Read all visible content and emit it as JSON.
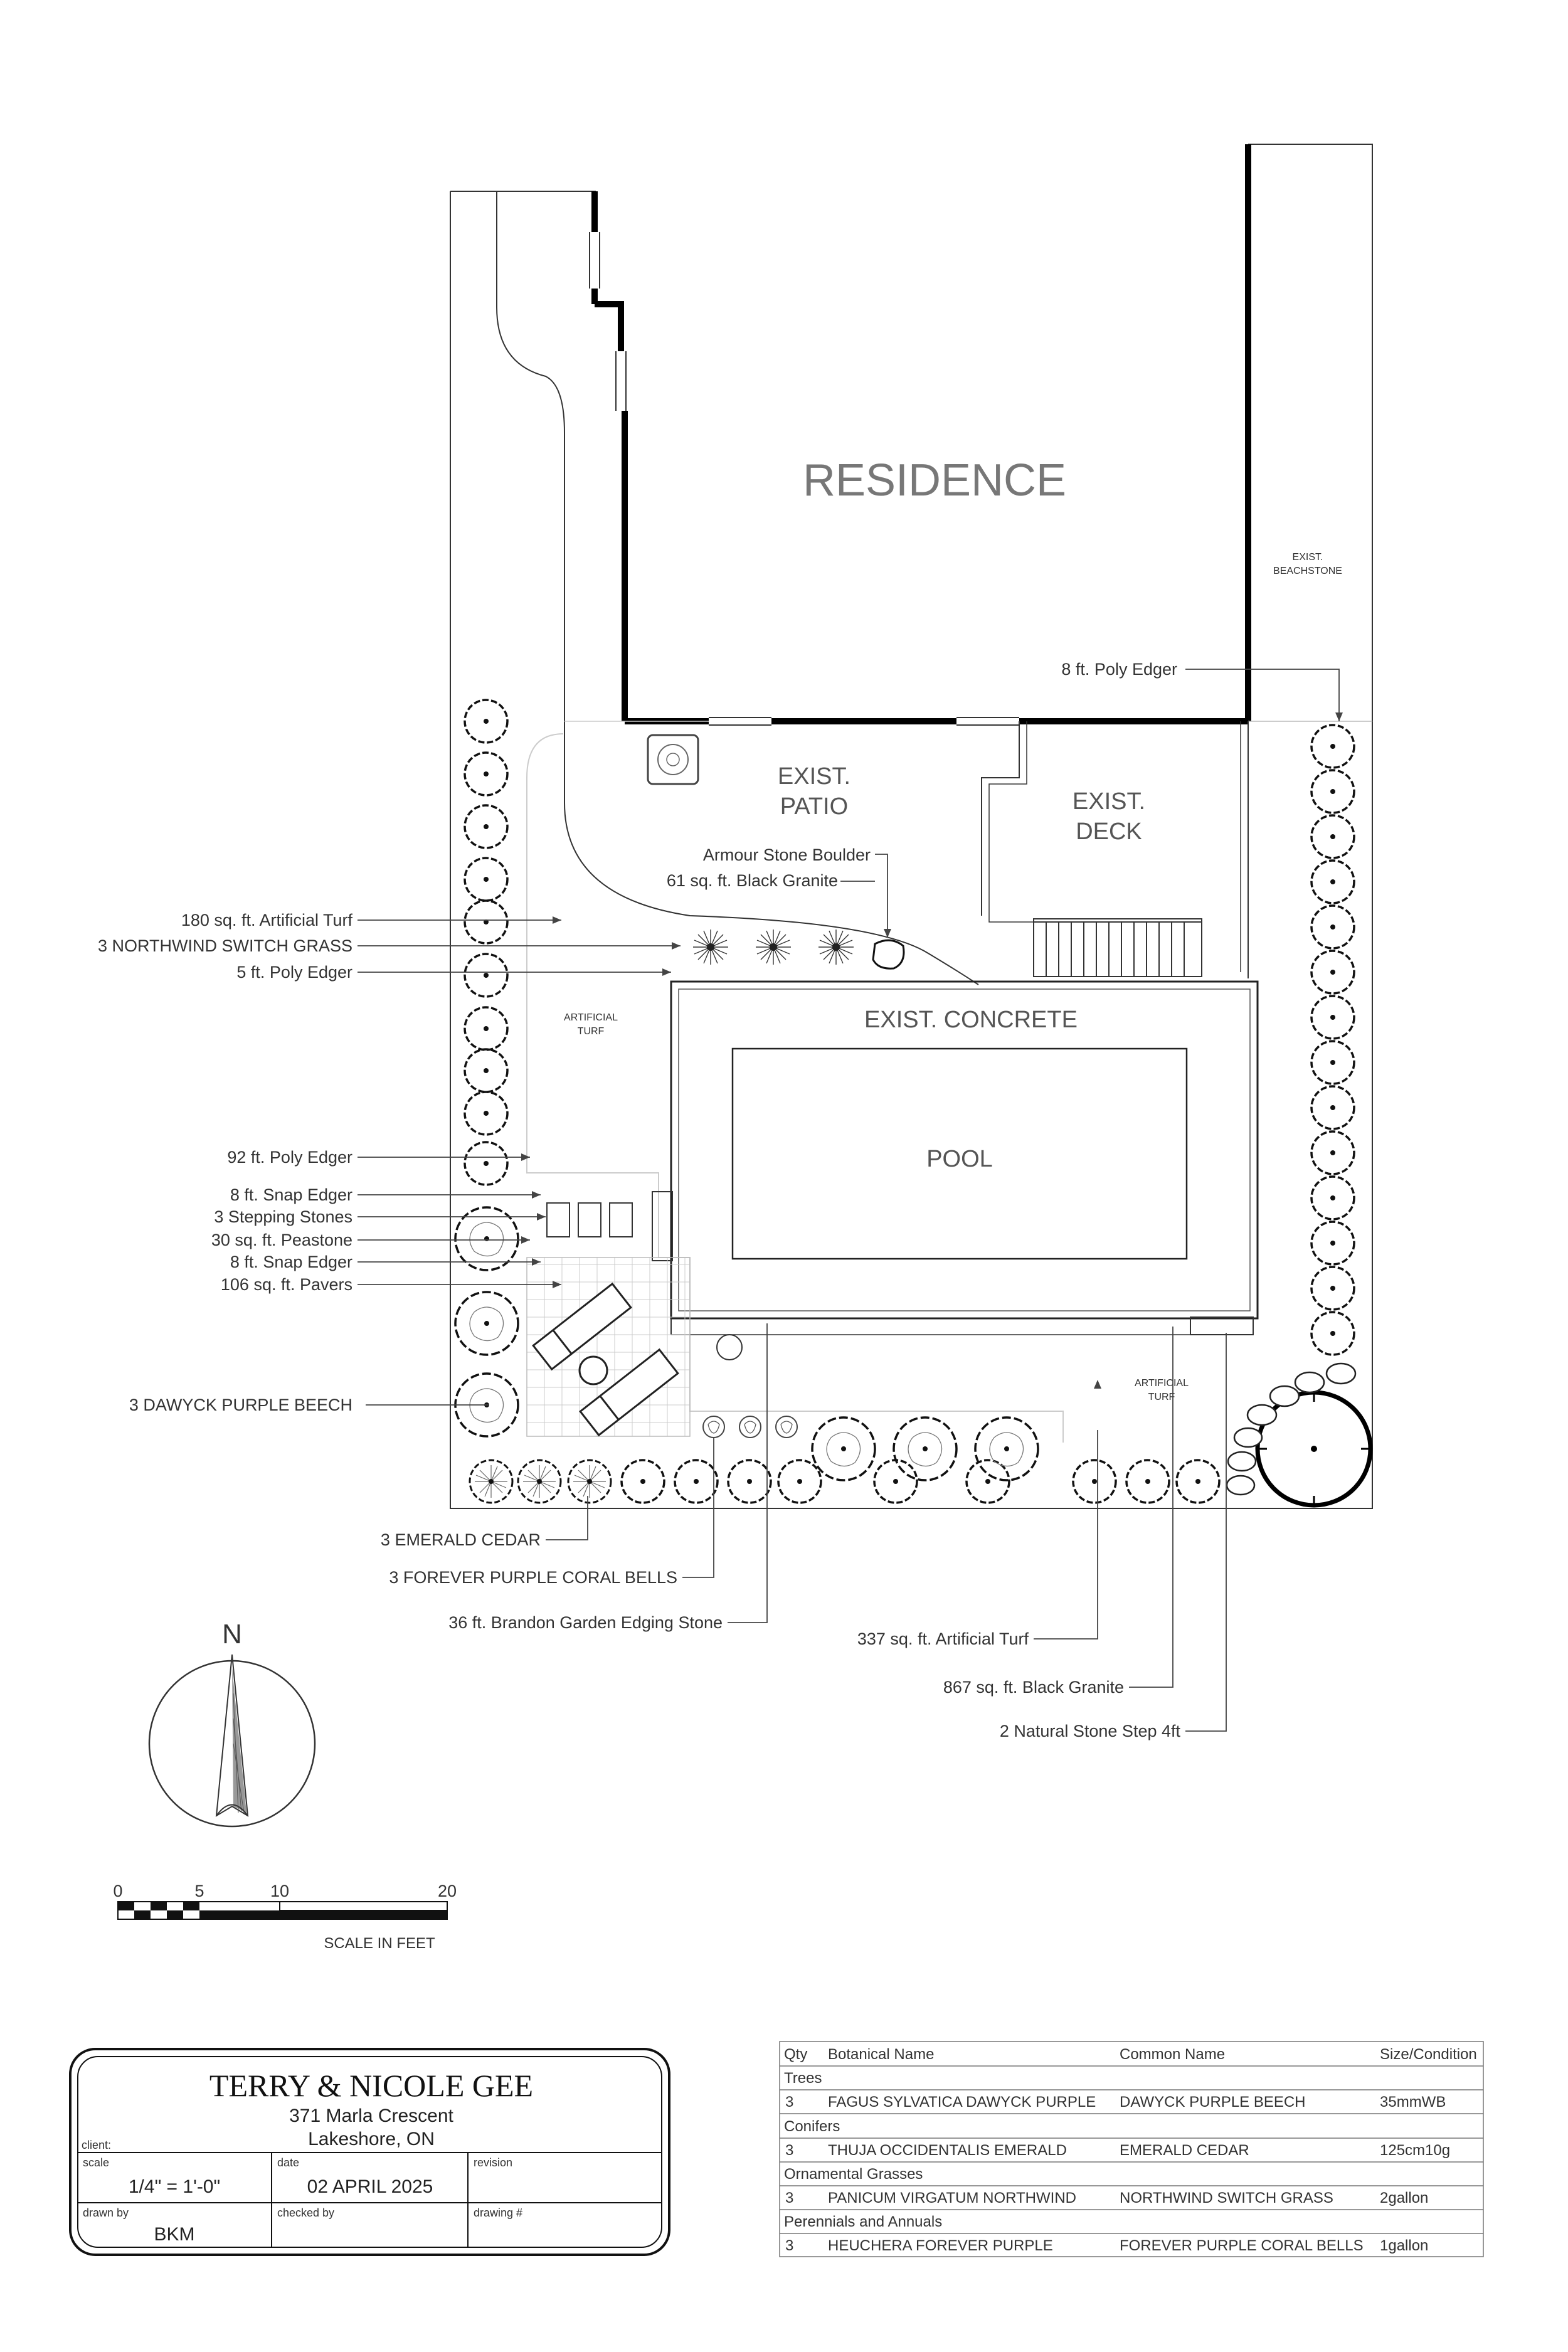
{
  "plan": {
    "residence": "RESIDENCE",
    "exist_beachstone": [
      "EXIST.",
      "BEACHSTONE"
    ],
    "exist_patio": [
      "EXIST.",
      "PATIO"
    ],
    "exist_deck": [
      "EXIST.",
      "DECK"
    ],
    "exist_concrete": "EXIST. CONCRETE",
    "pool": "POOL",
    "artificial_turf_small": [
      "ARTIFICIAL",
      "TURF"
    ]
  },
  "callouts": {
    "poly_edger_8": "8 ft. Poly Edger",
    "armour_stone": "Armour Stone Boulder",
    "black_granite_61": "61 sq. ft. Black Granite",
    "artificial_turf_180": "180 sq. ft. Artificial Turf",
    "switch_grass": "3 NORTHWIND SWITCH GRASS",
    "poly_edger_5": "5 ft. Poly Edger",
    "poly_edger_92": "92 ft. Poly Edger",
    "snap_edger_a": "8 ft. Snap Edger",
    "stepping_stones": "3 Stepping Stones",
    "peastone": "30 sq. ft. Peastone",
    "snap_edger_b": "8 ft. Snap Edger",
    "pavers": "106 sq. ft. Pavers",
    "purple_beech": "3 DAWYCK PURPLE BEECH",
    "emerald_cedar": "3 EMERALD CEDAR",
    "coral_bells": "3 FOREVER PURPLE CORAL BELLS",
    "edging_stone": "36 ft. Brandon Garden Edging Stone",
    "artificial_turf_337": "337 sq. ft. Artificial Turf",
    "black_granite_867": "867 sq. ft. Black Granite",
    "stone_step": "2 Natural Stone Step 4ft"
  },
  "north": "N",
  "scale_bar": {
    "ticks": [
      "0",
      "5",
      "10",
      "20"
    ],
    "caption": "SCALE IN FEET"
  },
  "title_block": {
    "client_name": "TERRY & NICOLE GEE",
    "address_1": "371 Marla Crescent",
    "address_2": "Lakeshore, ON",
    "client_caption": "client:",
    "scale_caption": "scale",
    "scale_value": "1/4\" = 1'-0\"",
    "date_caption": "date",
    "date_value": "02 APRIL 2025",
    "revision_caption": "revision",
    "drawn_caption": "drawn by",
    "drawn_value": "BKM",
    "checked_caption": "checked by",
    "drawing_caption": "drawing #"
  },
  "plant_table": {
    "headers": [
      "Qty",
      "Botanical Name",
      "Common Name",
      "Size/Condition"
    ],
    "groups": [
      {
        "category": "Trees",
        "qty": "3",
        "botanical": "FAGUS SYLVATICA DAWYCK PURPLE",
        "common": "DAWYCK PURPLE BEECH",
        "size": "35mmWB"
      },
      {
        "category": "Conifers",
        "qty": "3",
        "botanical": "THUJA OCCIDENTALIS EMERALD",
        "common": "EMERALD CEDAR",
        "size": "125cm10g"
      },
      {
        "category": "Ornamental Grasses",
        "qty": "3",
        "botanical": "PANICUM VIRGATUM NORTHWIND",
        "common": "NORTHWIND SWITCH GRASS",
        "size": "2gallon"
      },
      {
        "category": "Perennials and Annuals",
        "qty": "3",
        "botanical": "HEUCHERA FOREVER PURPLE",
        "common": "FOREVER PURPLE CORAL BELLS",
        "size": "1gallon"
      }
    ]
  }
}
